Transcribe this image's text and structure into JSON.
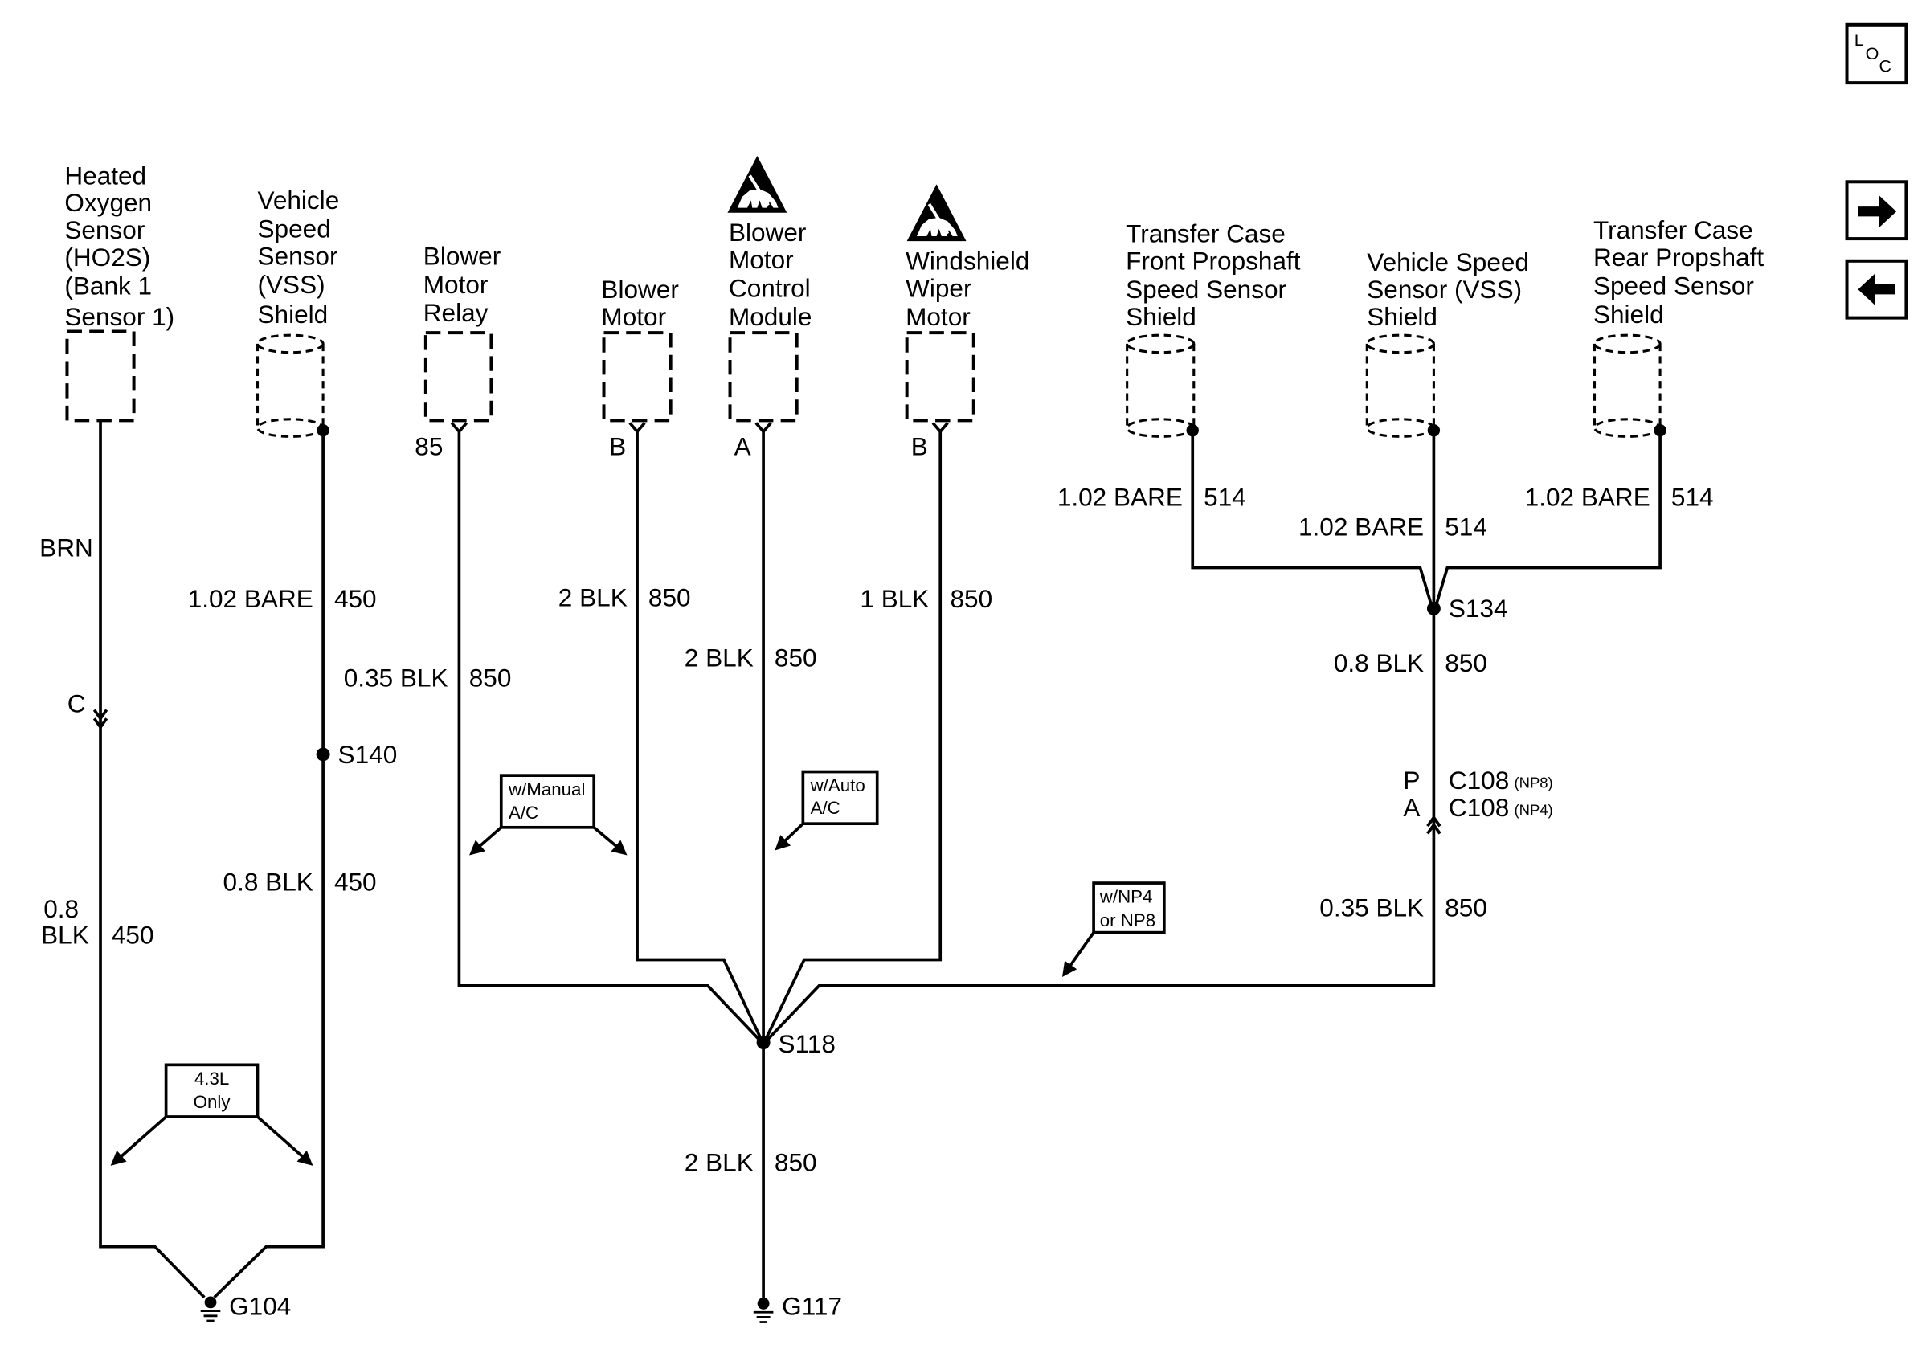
{
  "nav": {
    "loc_letters": [
      "L",
      "O",
      "C"
    ],
    "forward_icon": "arrow-right-icon",
    "back_icon": "arrow-left-icon"
  },
  "components": {
    "ho2s": {
      "lines": [
        "Heated",
        "Oxygen",
        "Sensor",
        "(HO2S)",
        "(Bank 1",
        "Sensor 1)"
      ]
    },
    "vss_left": {
      "lines": [
        "Vehicle",
        "Speed",
        "Sensor",
        "(VSS)",
        "Shield"
      ]
    },
    "blower_relay": {
      "lines": [
        "Blower",
        "Motor",
        "Relay"
      ],
      "pin": "85"
    },
    "blower_motor": {
      "lines": [
        "Blower",
        "Motor"
      ],
      "pin": "B"
    },
    "blower_module": {
      "lines": [
        "Blower",
        "Motor",
        "Control",
        "Module"
      ],
      "pin": "A",
      "icon": "esd-warning-icon"
    },
    "wiper_motor": {
      "lines": [
        "Windshield",
        "Wiper",
        "Motor"
      ],
      "pin": "B",
      "icon": "esd-warning-icon"
    },
    "tc_front": {
      "lines": [
        "Transfer Case",
        "Front Propshaft",
        "Speed Sensor",
        "Shield"
      ]
    },
    "vss_right": {
      "lines": [
        "Vehicle Speed",
        "Sensor (VSS)",
        "Shield"
      ]
    },
    "tc_rear": {
      "lines": [
        "Transfer Case",
        "Rear Propshaft",
        "Speed Sensor",
        "Shield"
      ]
    }
  },
  "wires": {
    "ho2s_upper": {
      "color": "BRN"
    },
    "ho2s_lower": {
      "size_color": [
        "0.8",
        "BLK"
      ],
      "circuit": "450"
    },
    "vss_left_upper": {
      "size_color": "1.02 BARE",
      "circuit": "450"
    },
    "vss_left_lower": {
      "size_color": "0.8 BLK",
      "circuit": "450"
    },
    "relay": {
      "size_color": "0.35 BLK",
      "circuit": "850"
    },
    "blower_motor": {
      "size_color": "2 BLK",
      "circuit": "850"
    },
    "blower_module": {
      "size_color": "2 BLK",
      "circuit": "850"
    },
    "wiper": {
      "size_color": "1 BLK",
      "circuit": "850"
    },
    "ground_g117": {
      "size_color": "2 BLK",
      "circuit": "850"
    },
    "tc_front": {
      "size_color": "1.02 BARE",
      "circuit": "514"
    },
    "vss_right": {
      "size_color": "1.02 BARE",
      "circuit": "514"
    },
    "tc_rear": {
      "size_color": "1.02 BARE",
      "circuit": "514"
    },
    "s134_to_c108": {
      "size_color": "0.8 BLK",
      "circuit": "850"
    },
    "c108_to_s118": {
      "size_color": "0.35 BLK",
      "circuit": "850"
    }
  },
  "connectors": {
    "c": {
      "cavity": "C"
    },
    "c108": [
      {
        "cavity": "P",
        "name": "C108",
        "option": "(NP8)"
      },
      {
        "cavity": "A",
        "name": "C108",
        "option": "(NP4)"
      }
    ]
  },
  "splices": {
    "s140": "S140",
    "s118": "S118",
    "s134": "S134"
  },
  "grounds": {
    "g104": "G104",
    "g117": "G117"
  },
  "options": {
    "manual_ac": [
      "w/Manual",
      "A/C"
    ],
    "auto_ac": [
      "w/Auto",
      "A/C"
    ],
    "np4_np8": [
      "w/NP4",
      "or NP8"
    ],
    "engine_43l": [
      "4.3L",
      "Only"
    ]
  }
}
